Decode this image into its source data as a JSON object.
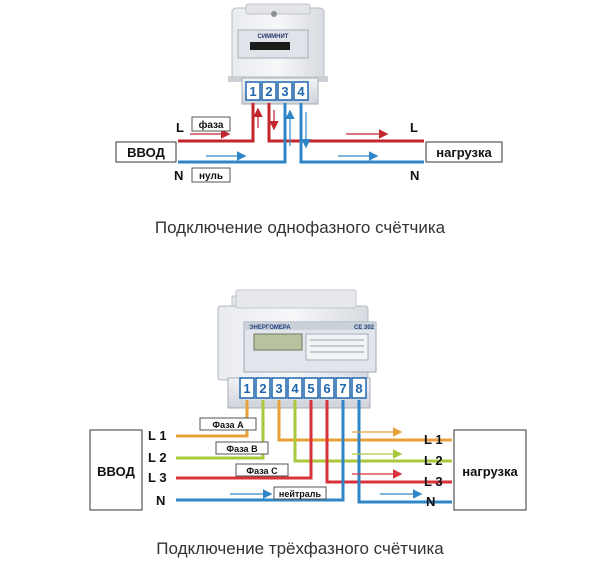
{
  "single_phase": {
    "caption": "Подключение однофазного счётчика",
    "meter_brand": "СИММНИТ",
    "terminals": [
      "1",
      "2",
      "3",
      "4"
    ],
    "input_label": "ВВОД",
    "output_label": "нагрузка",
    "line_labels": {
      "phase_in": "L",
      "neutral_in": "N",
      "phase_out": "L",
      "neutral_out": "N"
    },
    "wire_tags": {
      "phase": "фаза",
      "neutral": "нуль"
    }
  },
  "three_phase": {
    "caption": "Подключение трёхфазного счётчика",
    "meter_brand": "ЭНЕРГОМЕРА",
    "meter_model": "СЕ 302",
    "terminals": [
      "1",
      "2",
      "3",
      "4",
      "5",
      "6",
      "7",
      "8"
    ],
    "input_label": "ВВОД",
    "output_label": "нагрузка",
    "left_labels": [
      "L 1",
      "L 2",
      "L 3",
      "N"
    ],
    "right_labels": [
      "L 1",
      "L 2",
      "L 3",
      "N"
    ],
    "wire_tags": [
      "Фаза А",
      "Фаза В",
      "Фаза С",
      "нейтраль"
    ]
  },
  "colors": {
    "phase_single": "#c4262e",
    "neutral": "#2f86c6",
    "phase_a": "#e8a13a",
    "phase_b": "#a9c93c",
    "phase_c": "#d8323a",
    "terminal_border": "#1f66b0"
  }
}
